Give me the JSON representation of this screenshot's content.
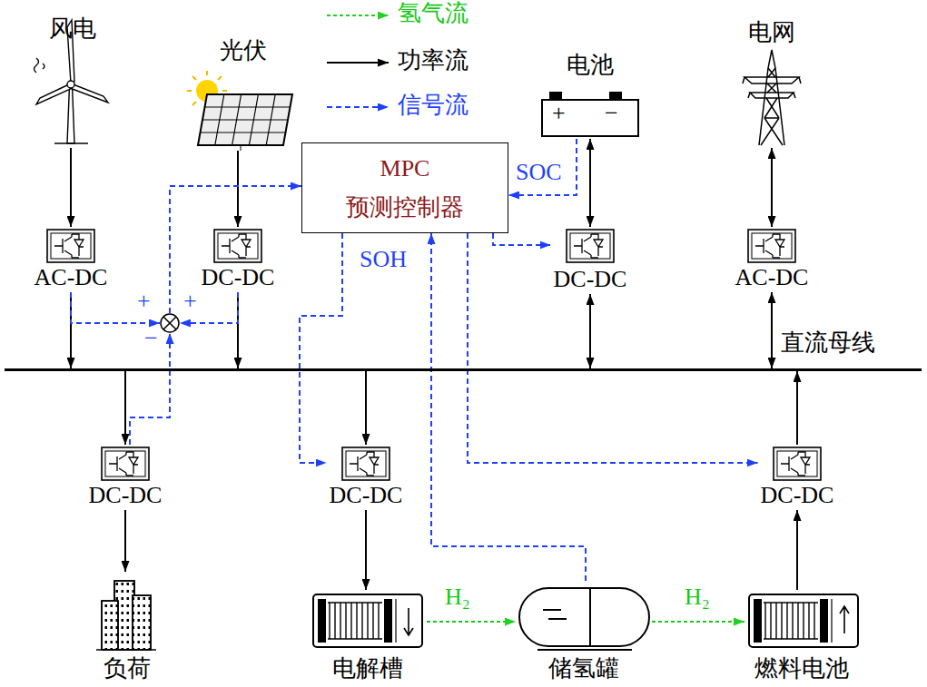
{
  "diagram": {
    "nodes": [
      {
        "text": [
          "风电"
        ]
      },
      {
        "text": [
          "光伏"
        ]
      },
      {
        "text": [
          "MPC",
          "预测控制器"
        ]
      },
      {
        "text": [
          "电池",
          "+",
          "−"
        ]
      },
      {
        "text": [
          "电网"
        ]
      },
      {
        "text": [
          "AC-DC"
        ]
      },
      {
        "text": [
          "DC-DC"
        ]
      },
      {
        "text": [
          "DC-DC"
        ]
      },
      {
        "text": [
          "AC-DC"
        ]
      },
      {
        "text": [
          "+",
          "+",
          "−"
        ]
      },
      {
        "text": [
          "直流母线"
        ]
      },
      {
        "text": [
          "DC-DC"
        ]
      },
      {
        "text": [
          "DC-DC"
        ]
      },
      {
        "text": [
          "DC-DC"
        ]
      },
      {
        "text": [
          "负荷"
        ]
      },
      {
        "text": [
          "电解槽"
        ]
      },
      {
        "text": [
          "储氢罐"
        ]
      },
      {
        "text": [
          "燃料电池"
        ]
      }
    ],
    "edges": [
      {
        "from": 0,
        "to": 5,
        "arrow": "to"
      },
      {
        "from": 5,
        "to": 10,
        "arrow": "to"
      },
      {
        "from": 1,
        "to": 6,
        "arrow": "to"
      },
      {
        "from": 6,
        "to": 10,
        "arrow": "to"
      },
      {
        "from": 3,
        "to": 7,
        "arrow": "both"
      },
      {
        "from": 7,
        "to": 10,
        "arrow": "both"
      },
      {
        "from": 4,
        "to": 8,
        "arrow": "both"
      },
      {
        "from": 8,
        "to": 10,
        "arrow": "both"
      },
      {
        "from": 10,
        "to": 11,
        "arrow": "to"
      },
      {
        "from": 11,
        "to": 14,
        "arrow": "to"
      },
      {
        "from": 10,
        "to": 12,
        "arrow": "to"
      },
      {
        "from": 12,
        "to": 15,
        "arrow": "to"
      },
      {
        "from": 17,
        "to": 13,
        "arrow": "to"
      },
      {
        "from": 13,
        "to": 10,
        "arrow": "to"
      },
      {
        "from": 15,
        "to": 16,
        "arrow": "to",
        "label": "H₂"
      },
      {
        "from": 16,
        "to": 17,
        "arrow": "to",
        "label": "H₂"
      },
      {
        "from": 5,
        "to": 9,
        "arrow": "to"
      },
      {
        "from": 6,
        "to": 9,
        "arrow": "to"
      },
      {
        "from": 11,
        "to": 9,
        "arrow": "to"
      },
      {
        "from": 9,
        "to": 2,
        "arrow": "to"
      },
      {
        "from": 3,
        "to": 2,
        "arrow": "to",
        "label": "SOC"
      },
      {
        "from": 2,
        "to": 7,
        "arrow": "to"
      },
      {
        "from": 2,
        "to": 12,
        "arrow": "to"
      },
      {
        "from": 2,
        "to": 13,
        "arrow": "to"
      },
      {
        "from": 16,
        "to": 2,
        "arrow": "to",
        "label": "SOH"
      }
    ],
    "legend": [
      {
        "text": "氢气流"
      },
      {
        "text": "功率流"
      },
      {
        "text": "信号流"
      }
    ]
  }
}
